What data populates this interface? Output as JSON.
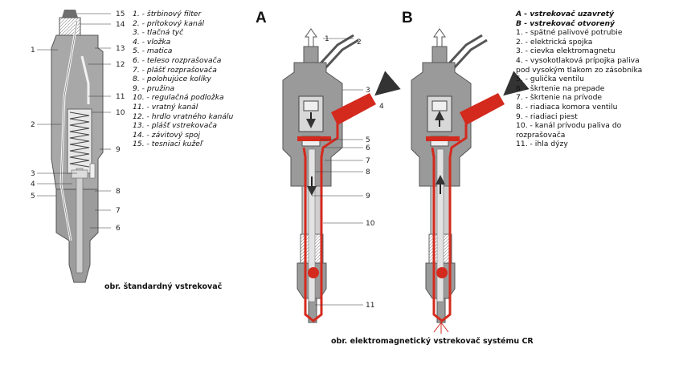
{
  "standard_legend": [
    "1. - štrbinový filter",
    "2. - prítokový kanál",
    "3. - tlačná tyč",
    "4. - vložka",
    "5. - matica",
    "6. - teleso rozprašovača",
    "7. - plášť rozprašovača",
    "8. - polohujúce kolíky",
    "9. - pružina",
    "10. - regulačná podložka",
    "11. - vratný kanál",
    "12. - hrdlo vratného kanálu",
    "13. - plášť vstrekovača",
    "14. - závitový spoj",
    "15. - tesniaci kužeľ"
  ],
  "cr_legend": {
    "title_a": "A - vstrekovač uzavretý",
    "title_b": "B - vstrekovač otvorený",
    "items": [
      "1. - spätné palivové potrubie",
      "2. - elektrická spojka",
      "3. - cievka elektromagnetu",
      "4. - vysokotlaková prípojka paliva",
      "pod vysokým tlakom zo zásobníka",
      "5. - gulička ventilu",
      "6. - škrtenie na prepade",
      "7. - škrtenie na prívode",
      "8. - riadiaca komora ventilu",
      "9. - riadiaci piest",
      "10. - kanál prívodu paliva do",
      "rozprašovača",
      "11. - ihla dýzy"
    ]
  },
  "captions": {
    "standard": "obr. štandardný vstrekovač",
    "cr": "obr. elektromagnetický vstrekovač systému CR"
  },
  "panel_labels": {
    "a": "A",
    "b": "B"
  },
  "standard_callouts": {
    "left": [
      "1",
      "2",
      "3",
      "4",
      "5"
    ],
    "right": [
      "15",
      "14",
      "13",
      "12",
      "11",
      "10",
      "9",
      "8",
      "7",
      "6"
    ]
  },
  "cr_callouts": [
    "1",
    "2",
    "3",
    "4",
    "5",
    "6",
    "7",
    "8",
    "9",
    "10",
    "11"
  ],
  "colors": {
    "fuel_red": "#d42a1e",
    "body_gray": "#9a9a9a",
    "dark_gray": "#5a5a5a",
    "light_gray": "#d6d6d6"
  }
}
